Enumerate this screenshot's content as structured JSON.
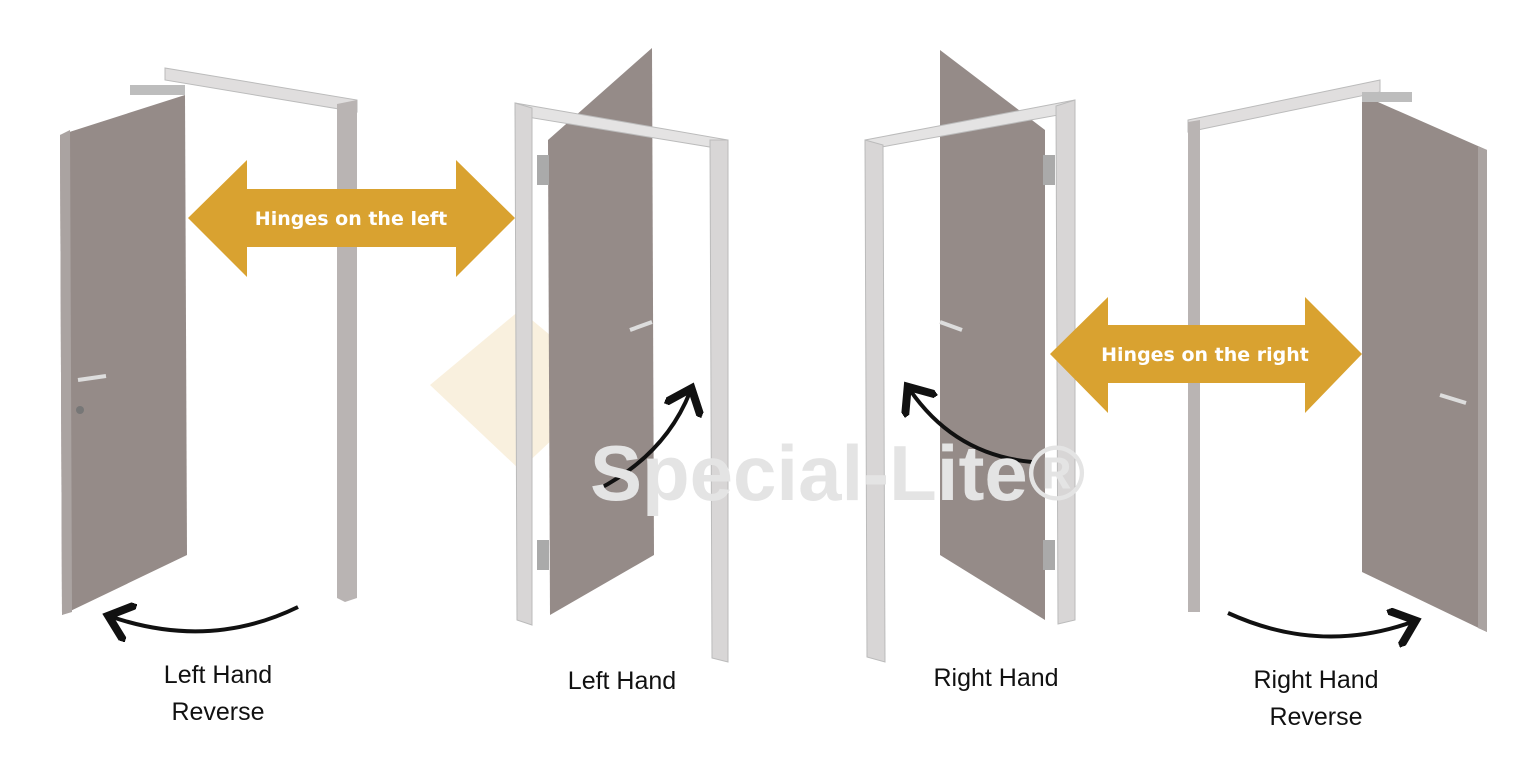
{
  "labels": {
    "left_hand_reverse": [
      "Left Hand",
      "Reverse"
    ],
    "left_hand": "Left Hand",
    "right_hand": "Right Hand",
    "right_hand_reverse": [
      "Right Hand",
      "Reverse"
    ]
  },
  "arrows": {
    "left": "Hinges on the left",
    "right": "Hinges on the right"
  },
  "watermark": "Special-Lite®",
  "colors": {
    "arrow": "#D9A230",
    "door": "#958b88",
    "frame": "#c9c6c6"
  }
}
